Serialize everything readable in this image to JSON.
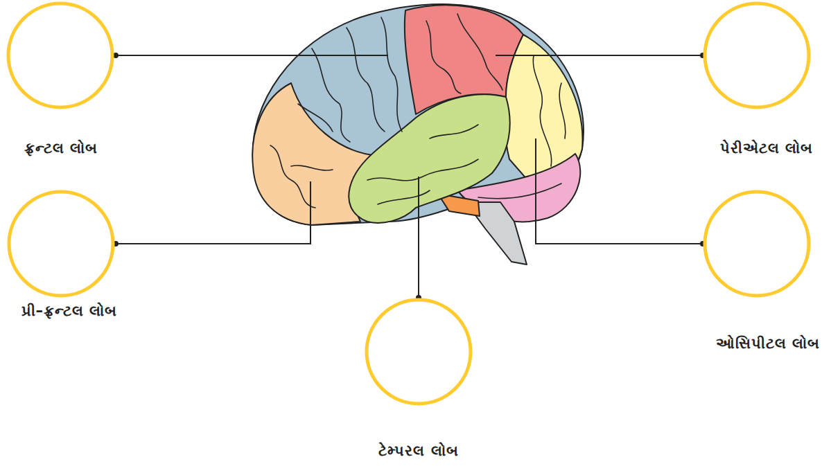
{
  "diagram": {
    "nodes": [
      {
        "text": [
          "ફ્રન્ટલ લોબ"
        ]
      },
      {
        "text": [
          "પેરીએટલ લોબ"
        ]
      },
      {
        "text": [
          "પ્રી–ફ્રન્ટલ લોબ"
        ]
      },
      {
        "text": [
          "ઓસિપીટલ લોબ"
        ]
      },
      {
        "text": [
          "ટેમ્પરલ લોબ"
        ]
      }
    ]
  }
}
